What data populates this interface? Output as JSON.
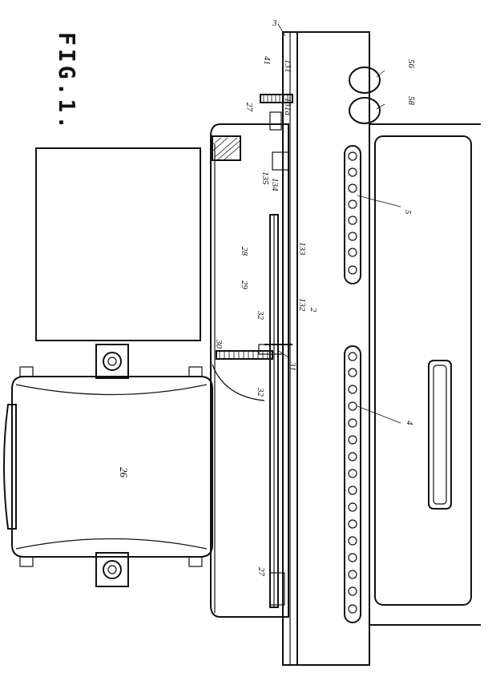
{
  "figure": {
    "title": "FIG.1."
  },
  "labels": {
    "l3": "3",
    "l41": "41",
    "l131": "131",
    "l56": "56",
    "l58": "58",
    "l27_top": "27",
    "l131a": "131a",
    "l135": "135",
    "l134": "134",
    "l5": "5",
    "l28": "28",
    "l29": "29",
    "l133": "133",
    "l132": "132",
    "l2": "2",
    "l32_upper": "32",
    "l30": "30",
    "l31": "31",
    "l32_lower": "32",
    "l4": "4",
    "l26": "26",
    "l27_bottom": "27"
  }
}
